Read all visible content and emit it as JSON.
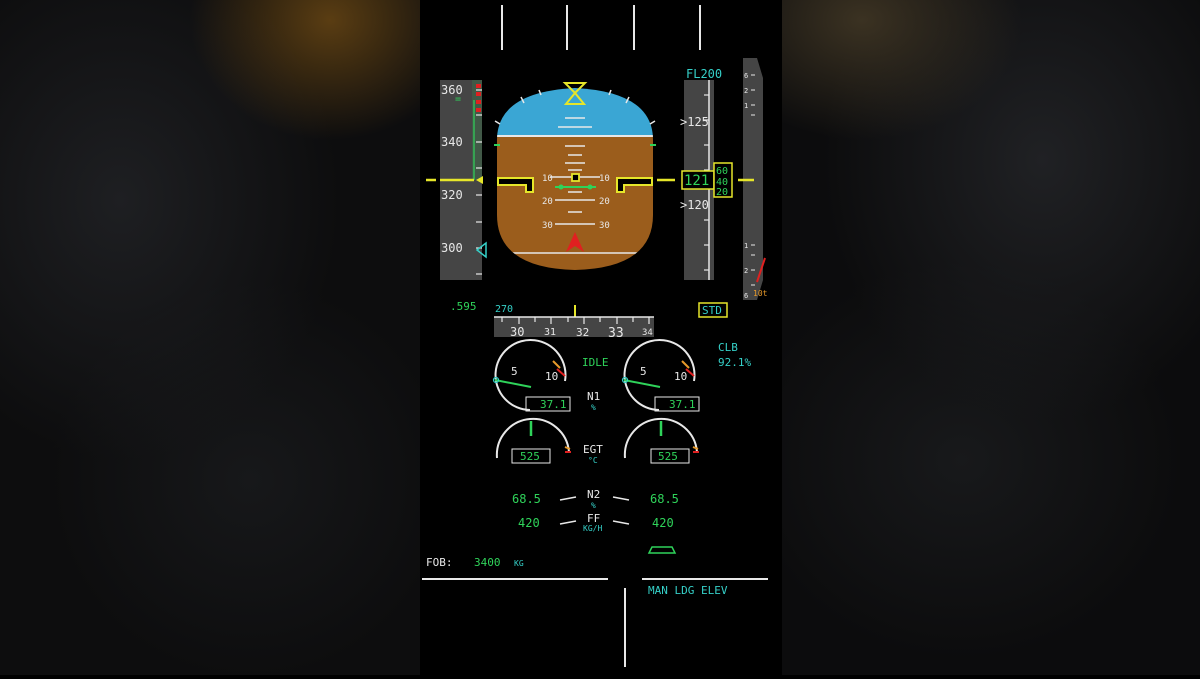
{
  "colors": {
    "green": "#2fd35a",
    "white": "#e8e8e8",
    "cyan": "#35d0c8",
    "yellow": "#e6e62a",
    "amber": "#e89a2a",
    "red": "#e02020",
    "sky": "#3aa6d4",
    "ground": "#9b5d1c",
    "gray": "#454545"
  },
  "pfd": {
    "speed_tape": {
      "ticks": [
        "360",
        "340",
        "320",
        "300"
      ],
      "current_marker": "yellow-speed-reference-line"
    },
    "attitude": {
      "pitch_labels": [
        "10",
        "10",
        "20",
        "20",
        "30",
        "30"
      ]
    },
    "altitude_tape": {
      "target_label": "FL200",
      "upper_value": ">125",
      "current_value": "121",
      "lower_value": ">120",
      "drum_digits": [
        "60",
        "40",
        "20"
      ]
    },
    "mach": ".595",
    "heading": {
      "selected": "270",
      "scale": [
        "30",
        "31",
        "32",
        "33",
        "34"
      ]
    },
    "baro": "STD",
    "vs_scale": [
      "6",
      "2",
      "1",
      "1",
      "2",
      "6"
    ],
    "vs_value": "10t"
  },
  "ewd": {
    "thrust_mode": "IDLE",
    "flex_mode": "CLB",
    "flex_value": "92.1%",
    "n1": {
      "label": "N1",
      "unit": "%",
      "left": "37.1",
      "right": "37.1",
      "scale_5": "5",
      "scale_10": "10"
    },
    "egt": {
      "label": "EGT",
      "unit": "°C",
      "left": "525",
      "right": "525"
    },
    "n2": {
      "label": "N2",
      "unit": "%",
      "left": "68.5",
      "right": "68.5"
    },
    "ff": {
      "label": "FF",
      "unit": "KG/H",
      "left": "420",
      "right": "420"
    },
    "fob": {
      "label": "FOB:",
      "value": "3400",
      "unit": "KG"
    },
    "memo": "MAN LDG ELEV"
  }
}
